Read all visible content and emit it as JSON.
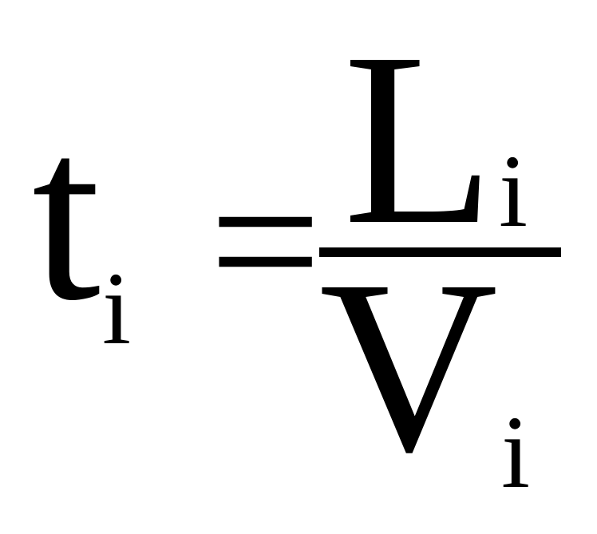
{
  "formula": {
    "lhs": {
      "base": "t",
      "subscript": "i"
    },
    "operator": "=",
    "numerator": {
      "base": "L",
      "subscript": "i"
    },
    "denominator": {
      "base": "V",
      "subscript": "i"
    }
  },
  "colors": {
    "ink": "#000000",
    "background": "#ffffff"
  }
}
